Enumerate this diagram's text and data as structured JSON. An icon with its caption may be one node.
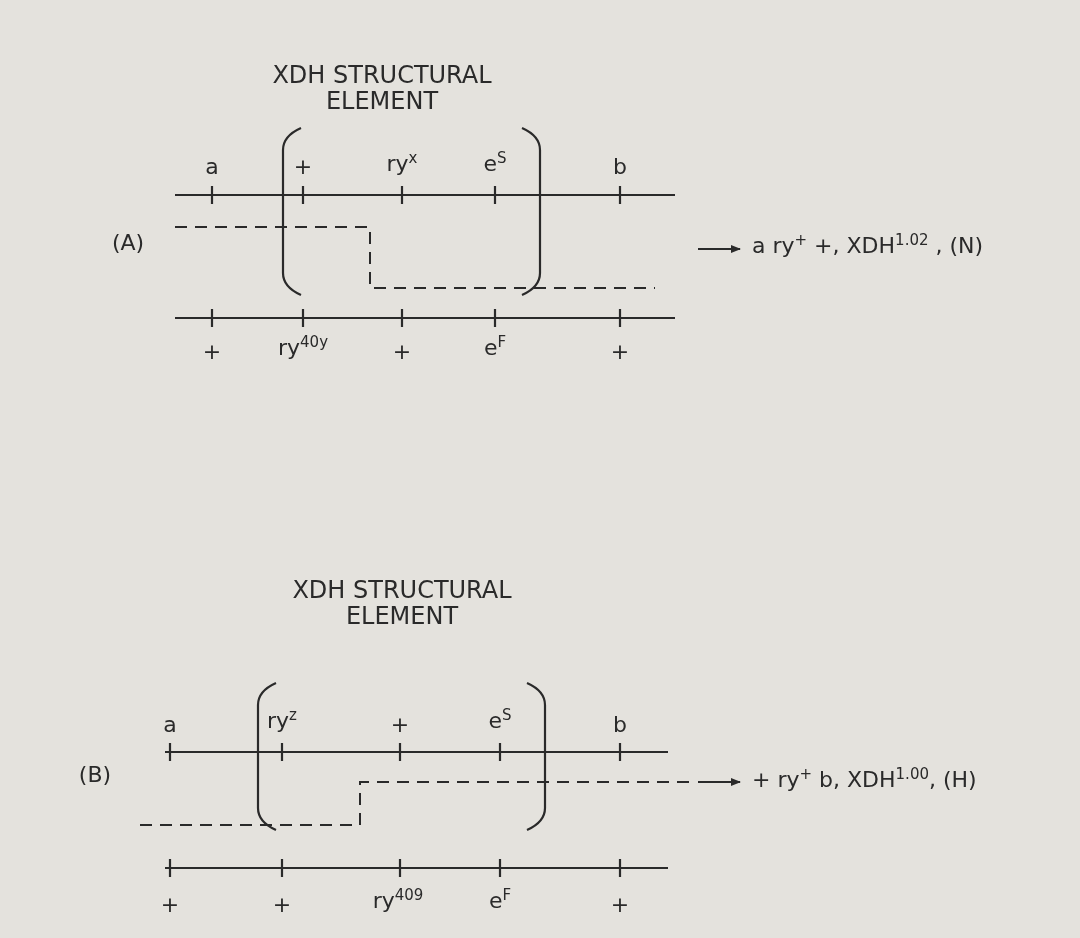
{
  "diagram": {
    "labels": [
      "XDH STRUCTURAL ELEMENT",
      "a",
      "+",
      "ry$^{x}$",
      "e$^{S}$",
      "b",
      "(A)",
      "a ry$^{+}$ +, XDH$^{1.02}$ , (N)",
      "+",
      "ry$^{40y}$",
      "+",
      "e$^{F}$",
      "+",
      "XDH STRUCTURAL ELEMENT",
      "a",
      "ry$^{z}$",
      "+",
      "e$^{S}$",
      "b",
      "(B)",
      "+ ry$^{+}$ b, XDH$^{1.00}$, (H)",
      "+",
      "+",
      "ry$^{409}$",
      "e$^{F}$",
      "+"
    ]
  }
}
